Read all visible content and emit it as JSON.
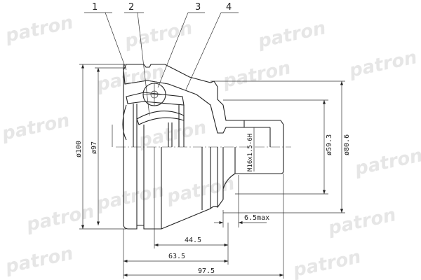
{
  "watermark": "patron",
  "callouts": [
    "1",
    "2",
    "3",
    "4"
  ],
  "dimensions": {
    "dia_outer": "ø100",
    "dia_inner": "ø97",
    "dia_shaft": "ø59.3",
    "dia_flange": "ø80.6",
    "thread": "M16x1.5-6H",
    "max_offset": "6.5max",
    "len_a": "44.5",
    "len_b": "63.5",
    "len_total": "97.5"
  },
  "colors": {
    "line": "#222222",
    "watermark": "#e6e6e6"
  }
}
